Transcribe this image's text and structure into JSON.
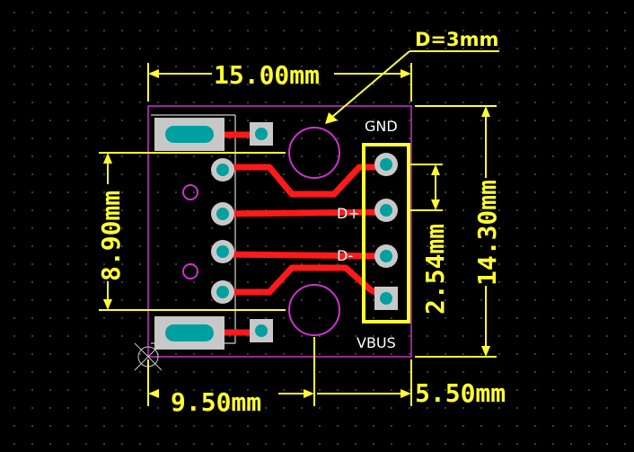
{
  "annotations": {
    "hole_diameter": "D=3mm",
    "top_width": "15.00mm",
    "left_height": "8.90mm",
    "right_height": "14.30mm",
    "pin_pitch": "2.54mm",
    "bottom_left": "9.50mm",
    "bottom_right": "5.50mm"
  },
  "pins": {
    "gnd": "GND",
    "dplus": "D+",
    "dminus": "D-",
    "vbus": "VBUS"
  },
  "colors": {
    "background": "#000000",
    "dimension": "#ffff33",
    "trace": "#ff1a1a",
    "pad": "#00a0a0",
    "outline": "#cc33cc",
    "silkscreen": "#ffffff"
  }
}
